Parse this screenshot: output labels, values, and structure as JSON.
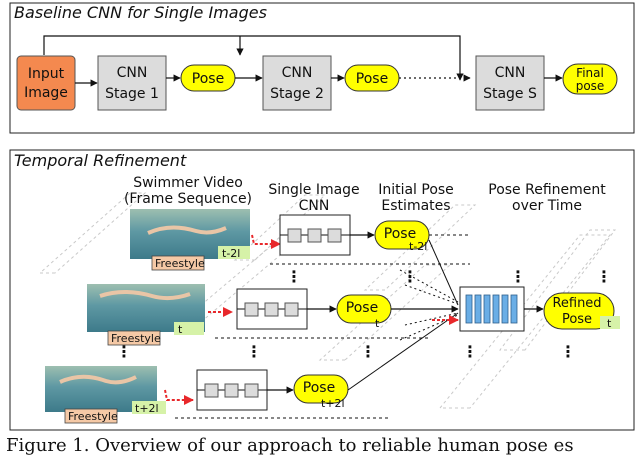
{
  "panel_top": {
    "title": "Baseline CNN for Single Images",
    "input_line1": "Input",
    "input_line2": "Image",
    "stage1_line1": "CNN",
    "stage1_line2": "Stage 1",
    "stage2_line1": "CNN",
    "stage2_line2": "Stage 2",
    "stageS_line1": "CNN",
    "stageS_line2": "Stage S",
    "pose_label": "Pose",
    "final_line1": "Final",
    "final_line2": "pose"
  },
  "panel_bottom": {
    "title": "Temporal Refinement",
    "col_video_line1": "Swimmer Video",
    "col_video_line2": "(Frame Sequence)",
    "col_cnn_line1": "Single Image",
    "col_cnn_line2": "CNN",
    "col_init_line1": "Initial Pose",
    "col_init_line2": "Estimates",
    "col_refine_line1": "Pose Refinement",
    "col_refine_line2": "over Time",
    "style_label": "Freestyle",
    "time_labels": [
      "t-2l",
      "t",
      "t+2l"
    ],
    "pose_label": "Pose",
    "refined_line1": "Refined",
    "refined_line2": "Pose",
    "refined_time": "t",
    "dots": "⋮"
  },
  "caption": "Figure 1.   Overview of our approach to reliable human pose es",
  "colors": {
    "input_orange": "#f4894f",
    "pose_yellow": "#ffff00",
    "cnn_gray": "#dcdcdc",
    "lstm_blue": "#6aaee6",
    "label_green": "#d6f2a8",
    "style_tan": "#f5c9a6",
    "red_arrow": "#e8282b",
    "water": "#6fa7ae"
  }
}
